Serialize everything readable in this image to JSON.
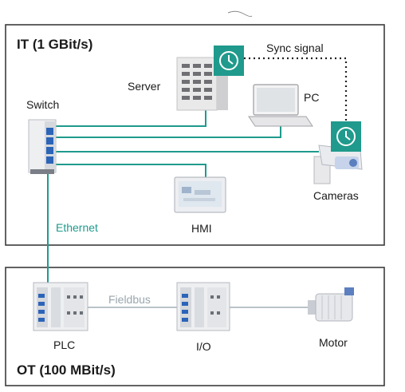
{
  "it_zone": {
    "title": "IT (1 GBit/s)"
  },
  "ot_zone": {
    "title": "OT (100 MBit/s)"
  },
  "labels": {
    "sync_signal": "Sync signal",
    "server": "Server",
    "pc": "PC",
    "switch": "Switch",
    "cameras": "Cameras",
    "hmi": "HMI",
    "ethernet": "Ethernet",
    "fieldbus": "Fieldbus",
    "plc": "PLC",
    "io": "I/O",
    "motor": "Motor"
  },
  "colors": {
    "teal": "#1f9a8c",
    "frame": "#3c3c3c",
    "fieldbus": "#b9c3c9"
  },
  "icons": [
    "clock-icon",
    "server",
    "laptop",
    "switch",
    "camera",
    "hmi-panel",
    "plc",
    "io-module",
    "motor"
  ]
}
